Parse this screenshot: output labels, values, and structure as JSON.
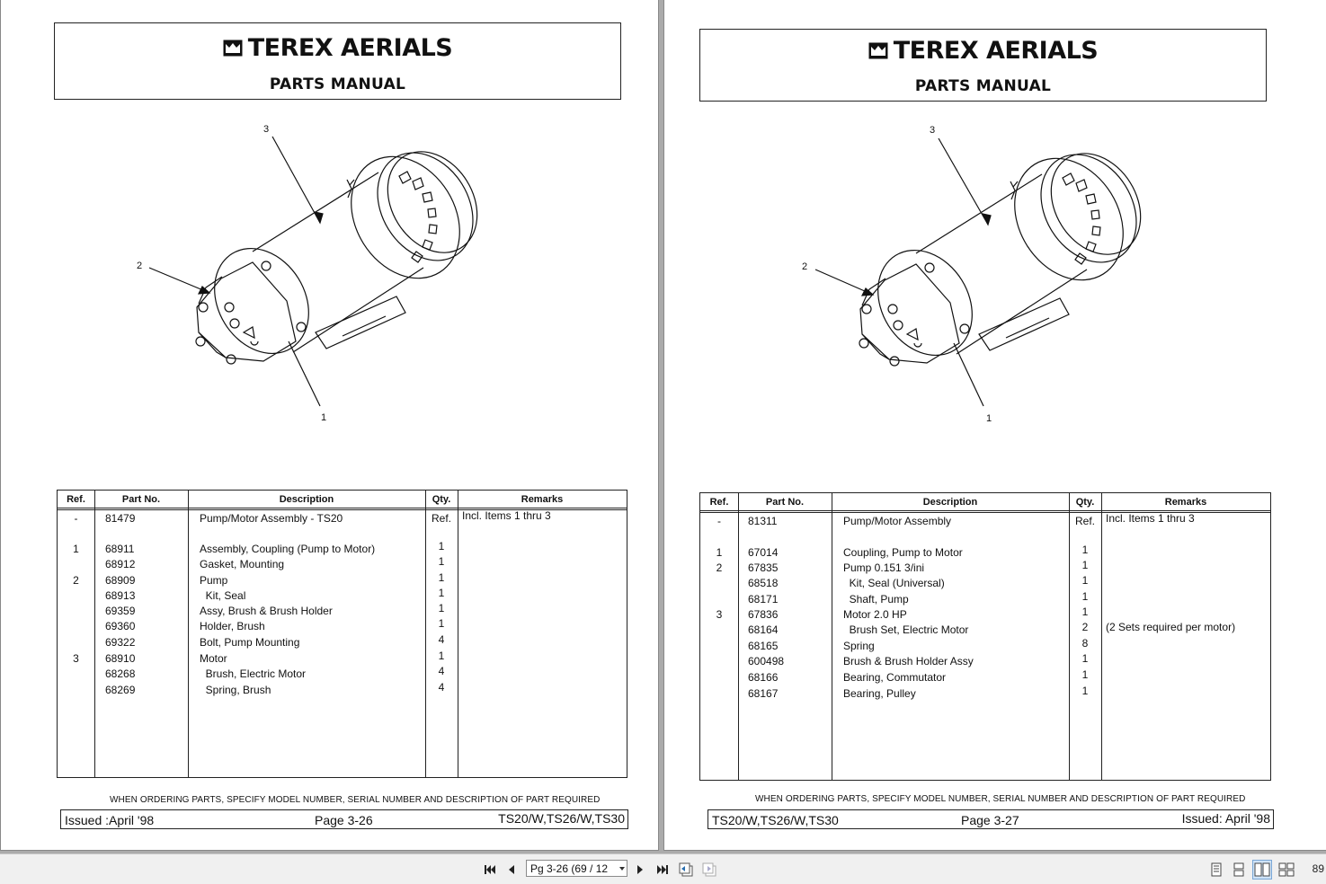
{
  "brand": "TEREX AERIALS",
  "manual_title": "PARTS MANUAL",
  "order_note": "WHEN ORDERING PARTS, SPECIFY MODEL NUMBER, SERIAL NUMBER AND DESCRIPTION OF PART REQUIRED",
  "table_headers": {
    "ref": "Ref.",
    "part_no": "Part No.",
    "description": "Description",
    "qty": "Qty.",
    "remarks": "Remarks"
  },
  "left_page": {
    "callouts": [
      "3",
      "2",
      "1"
    ],
    "rows": [
      {
        "ref": "-",
        "part": "81479",
        "desc": "Pump/Motor Assembly - TS20",
        "qty": "Ref.",
        "remarks": "Incl. Items 1 thru 3"
      },
      {
        "ref": "1",
        "part": "68911",
        "desc": "Assembly, Coupling (Pump to Motor)",
        "qty": "1",
        "remarks": ""
      },
      {
        "ref": "",
        "part": "68912",
        "desc": "Gasket, Mounting",
        "qty": "1",
        "remarks": ""
      },
      {
        "ref": "2",
        "part": "68909",
        "desc": "Pump",
        "qty": "1",
        "remarks": ""
      },
      {
        "ref": "",
        "part": "68913",
        "desc": "  Kit, Seal",
        "qty": "1",
        "remarks": ""
      },
      {
        "ref": "",
        "part": "69359",
        "desc": "Assy, Brush & Brush Holder",
        "qty": "1",
        "remarks": ""
      },
      {
        "ref": "",
        "part": "69360",
        "desc": "Holder, Brush",
        "qty": "1",
        "remarks": ""
      },
      {
        "ref": "",
        "part": "69322",
        "desc": "Bolt, Pump Mounting",
        "qty": "4",
        "remarks": ""
      },
      {
        "ref": "3",
        "part": "68910",
        "desc": "Motor",
        "qty": "1",
        "remarks": ""
      },
      {
        "ref": "",
        "part": "68268",
        "desc": "  Brush, Electric Motor",
        "qty": "4",
        "remarks": ""
      },
      {
        "ref": "",
        "part": "68269",
        "desc": "  Spring, Brush",
        "qty": "4",
        "remarks": ""
      }
    ],
    "footer": {
      "issued": "Issued :April '98",
      "page": "Page 3-26",
      "models": "TS20/W,TS26/W,TS30"
    }
  },
  "right_page": {
    "callouts": [
      "3",
      "2",
      "1"
    ],
    "rows": [
      {
        "ref": "-",
        "part": "81311",
        "desc": "Pump/Motor Assembly",
        "qty": "Ref.",
        "remarks": "Incl. Items 1 thru 3"
      },
      {
        "ref": "1",
        "part": "67014",
        "desc": "Coupling, Pump to Motor",
        "qty": "1",
        "remarks": ""
      },
      {
        "ref": "2",
        "part": "67835",
        "desc": "Pump 0.151 3/ini",
        "qty": "1",
        "remarks": ""
      },
      {
        "ref": "",
        "part": "68518",
        "desc": "  Kit, Seal (Universal)",
        "qty": "1",
        "remarks": ""
      },
      {
        "ref": "",
        "part": "68171",
        "desc": "  Shaft, Pump",
        "qty": "1",
        "remarks": ""
      },
      {
        "ref": "3",
        "part": "67836",
        "desc": "Motor 2.0 HP",
        "qty": "1",
        "remarks": ""
      },
      {
        "ref": "",
        "part": "68164",
        "desc": "  Brush Set, Electric Motor",
        "qty": "2",
        "remarks": "(2 Sets required per motor)"
      },
      {
        "ref": "",
        "part": "68165",
        "desc": "Spring",
        "qty": "8",
        "remarks": ""
      },
      {
        "ref": "",
        "part": "600498",
        "desc": "Brush & Brush Holder Assy",
        "qty": "1",
        "remarks": ""
      },
      {
        "ref": "",
        "part": "68166",
        "desc": "Bearing, Commutator",
        "qty": "1",
        "remarks": ""
      },
      {
        "ref": "",
        "part": "68167",
        "desc": "Bearing, Pulley",
        "qty": "1",
        "remarks": ""
      }
    ],
    "footer": {
      "models": "TS20/W,TS26/W,TS30",
      "page": "Page 3-27",
      "issued": "Issued: April '98"
    }
  },
  "toolbar": {
    "page_selector": "Pg 3-26 (69 / 12",
    "zoom": "89"
  }
}
